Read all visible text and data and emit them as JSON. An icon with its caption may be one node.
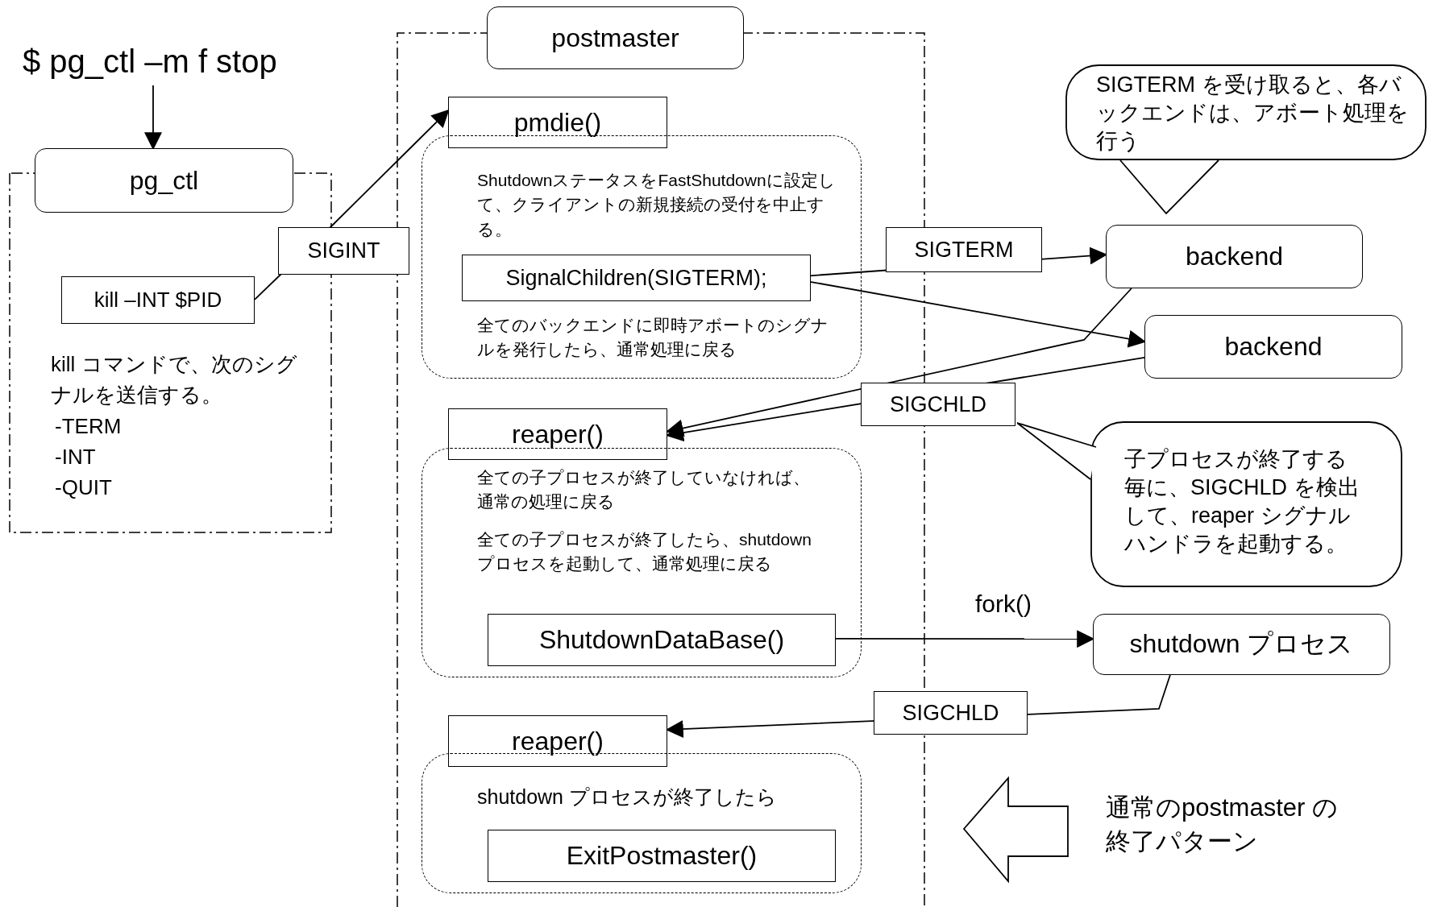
{
  "diagram": {
    "nodes": [
      {
        "text": [
          "$ pg_ctl –m f stop"
        ]
      },
      {
        "text": [
          "pg_ctl"
        ]
      },
      {
        "text": [
          "kill コマンドで、次のシグナルを送信する。",
          "-TERM",
          "-INT",
          "-QUIT"
        ]
      },
      {
        "text": [
          "kill –INT $PID"
        ],
        "in": 2
      },
      {
        "text": [
          "postmaster"
        ]
      },
      {
        "text": [],
        "shape": "box"
      },
      {
        "text": [
          "pmdie()"
        ],
        "in": 5
      },
      {
        "text": [
          "ShutdownステータスをFastShutdownに設定して、クライアントの新規接続の受付を中止する。",
          "全てのバックエンドに即時アボートのシグナルを発行したら、通常処理に戻る"
        ],
        "in": 5
      },
      {
        "text": [
          "SignalChildren(SIGTERM);"
        ],
        "in": 7
      },
      {
        "text": [
          "reaper()"
        ],
        "in": 5
      },
      {
        "text": [
          "全ての子プロセスが終了していなければ、通常の処理に戻る",
          "全ての子プロセスが終了したら、shutdown プロセスを起動して、通常処理に戻る"
        ],
        "in": 5
      },
      {
        "text": [
          "ShutdownDataBase()"
        ],
        "in": 10
      },
      {
        "text": [
          "reaper()"
        ],
        "in": 5
      },
      {
        "text": [
          "shutdown プロセスが終了したら"
        ],
        "in": 5
      },
      {
        "text": [
          "ExitPostmaster()"
        ],
        "in": 13
      },
      {
        "text": [
          "SIGTERM を受け取ると、各バックエンドは、アボート処理を行う"
        ]
      },
      {
        "text": [
          "backend"
        ]
      },
      {
        "text": [
          "backend"
        ]
      },
      {
        "text": [
          "子プロセスが終了する毎に、SIGCHLD を検出して、reaper シグナルハンドラを起動する。"
        ]
      },
      {
        "text": [
          "shutdown プロセス"
        ]
      }
    ],
    "edges": [
      {
        "from": 0,
        "to": 1,
        "arrow": "to"
      },
      {
        "from": 3,
        "to": 6,
        "arrow": "to",
        "label": "SIGINT"
      },
      {
        "from": 8,
        "to": 16,
        "arrow": "to",
        "label": "SIGTERM"
      },
      {
        "from": 8,
        "to": 17,
        "arrow": "to"
      },
      {
        "from": 16,
        "to": 9,
        "arrow": "to"
      },
      {
        "from": 17,
        "to": 9,
        "arrow": "to",
        "label": "SIGCHLD"
      },
      {
        "from": 11,
        "to": 19,
        "arrow": "to",
        "label": "fork()"
      },
      {
        "from": 19,
        "to": 12,
        "arrow": "to",
        "label": "SIGCHLD"
      }
    ],
    "labels": [
      "通常のpostmaster の終了パターン"
    ]
  }
}
